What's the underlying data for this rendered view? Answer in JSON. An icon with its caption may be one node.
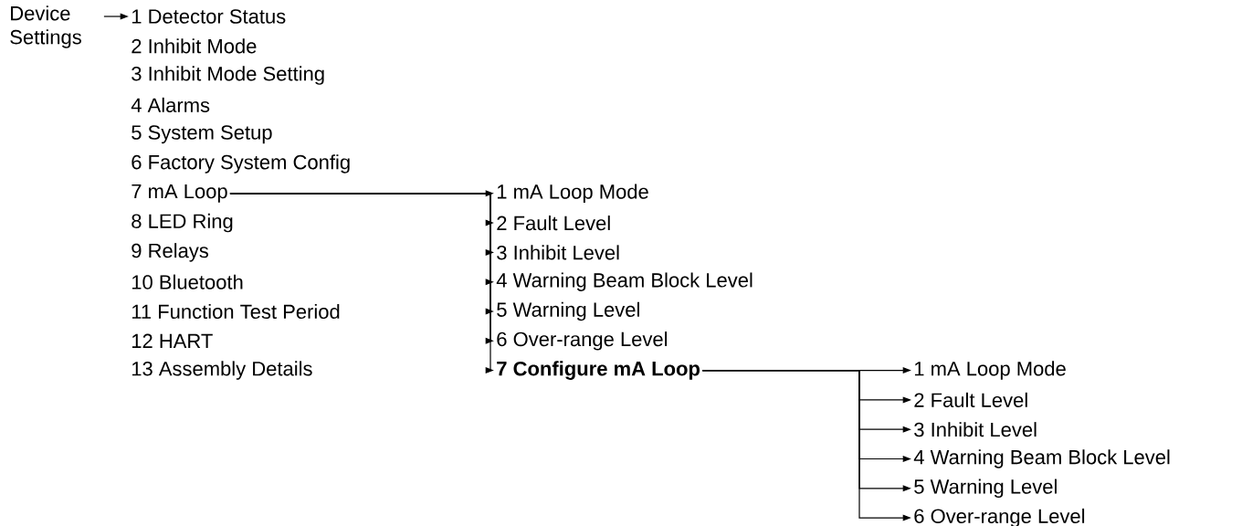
{
  "diagram": {
    "nodes": [
      {
        "text": [
          "Device Settings"
        ]
      },
      {
        "text": [
          "1 Detector Status"
        ]
      },
      {
        "text": [
          "2 Inhibit Mode"
        ]
      },
      {
        "text": [
          "3 Inhibit Mode Setting"
        ]
      },
      {
        "text": [
          "4 Alarms"
        ]
      },
      {
        "text": [
          "5 System Setup"
        ]
      },
      {
        "text": [
          "6 Factory System Config"
        ]
      },
      {
        "text": [
          "7 mA Loop"
        ]
      },
      {
        "text": [
          "8 LED Ring"
        ]
      },
      {
        "text": [
          "9 Relays"
        ]
      },
      {
        "text": [
          "10 Bluetooth"
        ]
      },
      {
        "text": [
          "11 Function Test Period"
        ]
      },
      {
        "text": [
          "12 HART"
        ]
      },
      {
        "text": [
          "13 Assembly Details"
        ]
      },
      {
        "text": [
          "1 mA Loop Mode"
        ]
      },
      {
        "text": [
          "2 Fault Level"
        ]
      },
      {
        "text": [
          "3 Inhibit Level"
        ]
      },
      {
        "text": [
          "4 Warning Beam Block Level"
        ]
      },
      {
        "text": [
          "5 Warning Level"
        ]
      },
      {
        "text": [
          "6 Over-range Level"
        ]
      },
      {
        "text": [
          "7 Configure mA Loop"
        ]
      },
      {
        "text": [
          "1 mA Loop Mode"
        ]
      },
      {
        "text": [
          "2 Fault Level"
        ]
      },
      {
        "text": [
          "3 Inhibit Level"
        ]
      },
      {
        "text": [
          "4 Warning Beam Block Level"
        ]
      },
      {
        "text": [
          "5 Warning Level"
        ]
      },
      {
        "text": [
          "6 Over-range Level"
        ]
      }
    ],
    "edges": [
      {
        "from": 0,
        "to": 1,
        "arrow": "to"
      },
      {
        "from": 7,
        "to": 14,
        "arrow": "to"
      },
      {
        "from": 7,
        "to": 15,
        "arrow": "to"
      },
      {
        "from": 7,
        "to": 16,
        "arrow": "to"
      },
      {
        "from": 7,
        "to": 17,
        "arrow": "to"
      },
      {
        "from": 7,
        "to": 18,
        "arrow": "to"
      },
      {
        "from": 7,
        "to": 19,
        "arrow": "to"
      },
      {
        "from": 7,
        "to": 20,
        "arrow": "to"
      },
      {
        "from": 20,
        "to": 21,
        "arrow": "to"
      },
      {
        "from": 20,
        "to": 22,
        "arrow": "to"
      },
      {
        "from": 20,
        "to": 23,
        "arrow": "to"
      },
      {
        "from": 20,
        "to": 24,
        "arrow": "to"
      },
      {
        "from": 20,
        "to": 25,
        "arrow": "to"
      },
      {
        "from": 20,
        "to": 26,
        "arrow": "to"
      }
    ]
  }
}
